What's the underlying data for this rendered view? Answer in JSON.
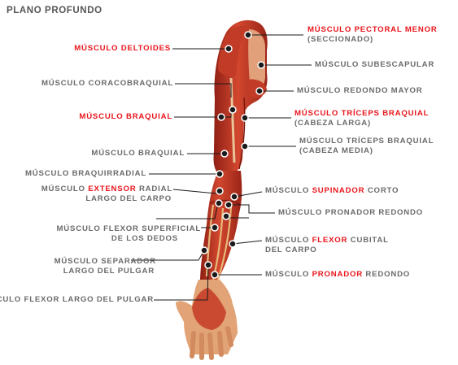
{
  "title": "PLANO PROFUNDO",
  "colors": {
    "highlight": "#e8141b",
    "text": "#6a6a6a",
    "line": "#1a1a1a",
    "muscle": "#c63a28",
    "tendon": "#e7b97a"
  },
  "labels": {
    "pectoral_menor_a": "MÚSCULO PECTORAL MENOR",
    "pectoral_menor_b": "(SECCIONADO)",
    "deltoides": "MÚSCULO DELTOIDES",
    "subescapular": "MÚSCULO SUBESCAPULAR",
    "coracobraquial": "MÚSCULO CORACOBRAQUIAL",
    "redondo_mayor": "MÚSCULO REDONDO MAYOR",
    "braquial_red": "MÚSCULO BRAQUIAL",
    "triceps_larga_a": "MÚSCULO TRÍCEPS BRAQUIAL",
    "triceps_larga_b": "(CABEZA LARGA)",
    "triceps_media_a": "MÚSCULO TRÍCEPS BRAQUIAL",
    "triceps_media_b": "(CABEZA MEDIA)",
    "braquial": "MÚSCULO BRAQUIAL",
    "braquirradial": "MÚSCULO BRAQUIRRADIAL",
    "extensor_1": "MÚSCULO",
    "extensor_2": "EXTENSOR",
    "extensor_3": "RADIAL",
    "extensor_b": "LARGO DEL CARPO",
    "supinador_1": "MÚSCULO",
    "supinador_2": "SUPINADOR",
    "supinador_3": "CORTO",
    "pronador_redondo_top": "MÚSCULO PRONADOR REDONDO",
    "flexor_sup_a": "MÚSCULO FLEXOR SUPERFICIAL",
    "flexor_sup_b": "DE LOS DEDOS",
    "flexor_cub_1": "MÚSCULO",
    "flexor_cub_2": "FLEXOR",
    "flexor_cub_3": "CUBITAL",
    "flexor_cub_b": "DEL CARPO",
    "separador_a": "MÚSCULO SEPARADOR",
    "separador_b": "LARGO DEL PULGAR",
    "pronador_1": "MÚSCULO",
    "pronador_2": "PRONADOR",
    "pronador_3": "REDONDO",
    "flexor_pulgar": "MÚSCULO FLEXOR LARGO DEL PULGAR"
  }
}
